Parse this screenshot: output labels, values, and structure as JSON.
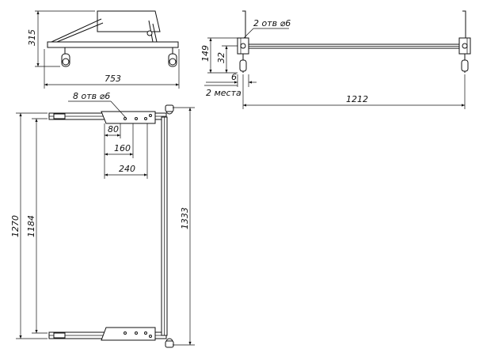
{
  "dimensions": {
    "side_height": "315",
    "side_length": "753",
    "front_holes": "2 отв ⌀6",
    "front_149": "149",
    "front_32": "32",
    "front_6": "6",
    "front_places": "2 места",
    "front_width": "1212",
    "top_holes": "8 отв ⌀6",
    "top_80": "80",
    "top_160": "160",
    "top_240": "240",
    "top_1270": "1270",
    "top_1184": "1184",
    "top_1333": "1333"
  }
}
